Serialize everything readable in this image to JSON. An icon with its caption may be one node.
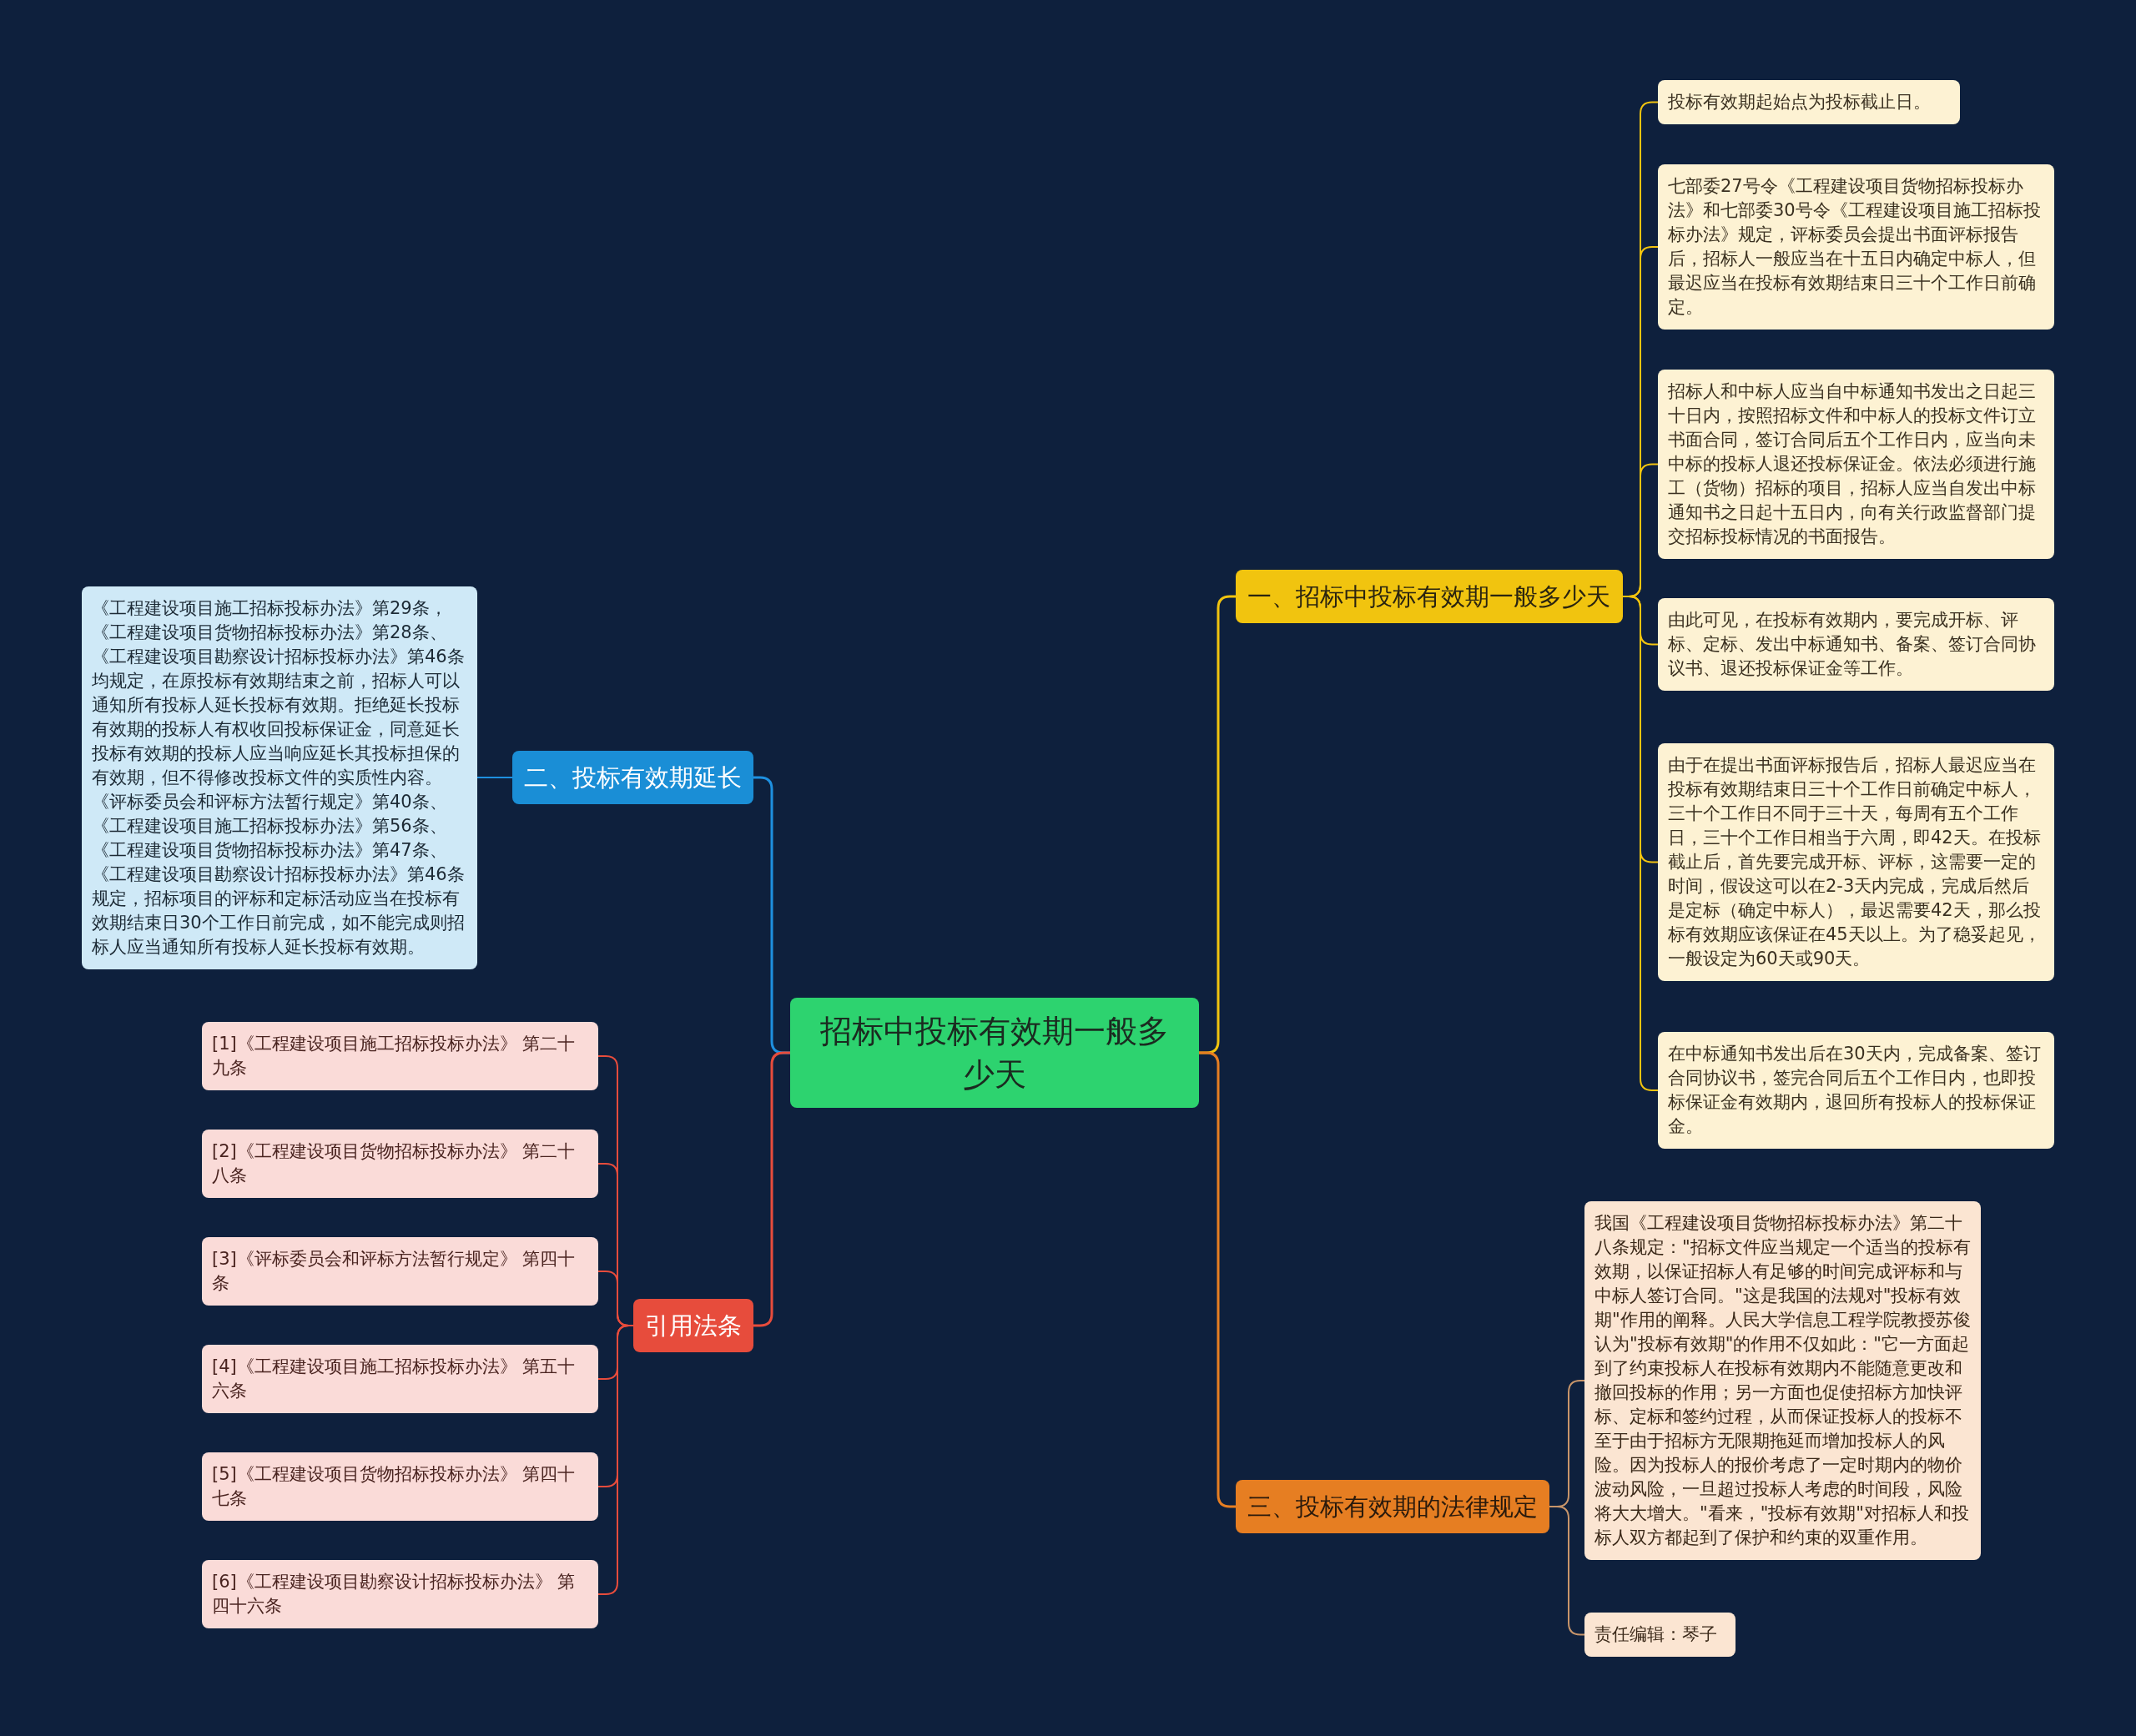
{
  "diagram": {
    "nodes": [
      {
        "text": [
          "招标中投标有效期一般多少天"
        ]
      },
      {
        "text": [
          "一、招标中投标有效期一般多少天"
        ]
      },
      {
        "text": [
          "投标有效期起始点为投标截止日。"
        ]
      },
      {
        "text": [
          "七部委27号令《工程建设项目货物招标投标办法》和七部委30号令《工程建设项目施工招标投标办法》规定，评标委员会提出书面评标报告后，招标人一般应当在十五日内确定中标人，但最迟应当在投标有效期结束日三十个工作日前确定。"
        ]
      },
      {
        "text": [
          "招标人和中标人应当自中标通知书发出之日起三十日内，按照招标文件和中标人的投标文件订立书面合同，签订合同后五个工作日内，应当向未中标的投标人退还投标保证金。依法必须进行施工（货物）招标的项目，招标人应当自发出中标通知书之日起十五日内，向有关行政监督部门提交招标投标情况的书面报告。"
        ]
      },
      {
        "text": [
          "由此可见，在投标有效期内，要完成开标、评标、定标、发出中标通知书、备案、签订合同协议书、退还投标保证金等工作。"
        ]
      },
      {
        "text": [
          "由于在提出书面评标报告后，招标人最迟应当在投标有效期结束日三十个工作日前确定中标人，三十个工作日不同于三十天，每周有五个工作日，三十个工作日相当于六周，即42天。在投标截止后，首先要完成开标、评标，这需要一定的时间，假设这可以在2-3天内完成，完成后然后是定标（确定中标人），最迟需要42天，那么投标有效期应该保证在45天以上。为了稳妥起见，一般设定为60天或90天。"
        ]
      },
      {
        "text": [
          "在中标通知书发出后在30天内，完成备案、签订合同协议书，签完合同后五个工作日内，也即投标保证金有效期内，退回所有投标人的投标保证金。"
        ]
      },
      {
        "text": [
          "三、投标有效期的法律规定"
        ]
      },
      {
        "text": [
          "我国《工程建设项目货物招标投标办法》第二十八条规定：\"招标文件应当规定一个适当的投标有效期，以保证招标人有足够的时间完成评标和与中标人签订合同。\"这是我国的法规对\"投标有效期\"作用的阐释。人民大学信息工程学院教授苏俊认为\"投标有效期\"的作用不仅如此：\"它一方面起到了约束投标人在投标有效期内不能随意更改和撤回投标的作用；另一方面也促使招标方加快评标、定标和签约过程，从而保证投标人的投标不至于由于招标方无限期拖延而增加投标人的风险。因为投标人的报价考虑了一定时期内的物价波动风险，一旦超过投标人考虑的时间段，风险将大大增大。\"看来，\"投标有效期\"对招标人和投标人双方都起到了保护和约束的双重作用。"
        ]
      },
      {
        "text": [
          "责任编辑：琴子"
        ]
      },
      {
        "text": [
          "二、投标有效期延长"
        ]
      },
      {
        "text": [
          "《工程建设项目施工招标投标办法》第29条，《工程建设项目货物招标投标办法》第28条、《工程建设项目勘察设计招标投标办法》第46条均规定，在原投标有效期结束之前，招标人可以通知所有投标人延长投标有效期。拒绝延长投标有效期的投标人有权收回投标保证金，同意延长投标有效期的投标人应当响应延长其投标担保的有效期，但不得修改投标文件的实质性内容。《评标委员会和评标方法暂行规定》第40条、《工程建设项目施工招标投标办法》第56条、《工程建设项目货物招标投标办法》第47条、《工程建设项目勘察设计招标投标办法》第46条规定，招标项目的评标和定标活动应当在投标有效期结束日30个工作日前完成，如不能完成则招标人应当通知所有投标人延长投标有效期。"
        ]
      },
      {
        "text": [
          "引用法条"
        ]
      },
      {
        "text": [
          "[1]《工程建设项目施工招标投标办法》 第二十九条"
        ]
      },
      {
        "text": [
          "[2]《工程建设项目货物招标投标办法》 第二十八条"
        ]
      },
      {
        "text": [
          "[3]《评标委员会和评标方法暂行规定》 第四十条"
        ]
      },
      {
        "text": [
          "[4]《工程建设项目施工招标投标办法》 第五十六条"
        ]
      },
      {
        "text": [
          "[5]《工程建设项目货物招标投标办法》 第四十七条"
        ]
      },
      {
        "text": [
          "[6]《工程建设项目勘察设计招标投标办法》 第四十六条"
        ]
      }
    ],
    "edges": [
      {
        "from": 0,
        "to": 1,
        "arrow": "none",
        "color": "#f1c40f"
      },
      {
        "from": 1,
        "to": 2,
        "arrow": "none",
        "color": "#f1c40f"
      },
      {
        "from": 1,
        "to": 3,
        "arrow": "none",
        "color": "#f1c40f"
      },
      {
        "from": 1,
        "to": 4,
        "arrow": "none",
        "color": "#f1c40f"
      },
      {
        "from": 1,
        "to": 5,
        "arrow": "none",
        "color": "#f1c40f"
      },
      {
        "from": 1,
        "to": 6,
        "arrow": "none",
        "color": "#f1c40f"
      },
      {
        "from": 1,
        "to": 7,
        "arrow": "none",
        "color": "#f1c40f"
      },
      {
        "from": 0,
        "to": 8,
        "arrow": "none",
        "color": "#e67e22"
      },
      {
        "from": 8,
        "to": 9,
        "arrow": "none",
        "color": "#c8956a"
      },
      {
        "from": 8,
        "to": 10,
        "arrow": "none",
        "color": "#c8956a"
      },
      {
        "from": 0,
        "to": 11,
        "arrow": "none",
        "color": "#1e90e0"
      },
      {
        "from": 11,
        "to": 12,
        "arrow": "none",
        "color": "#1e90e0"
      },
      {
        "from": 0,
        "to": 13,
        "arrow": "none",
        "color": "#e74c3c"
      },
      {
        "from": 13,
        "to": 14,
        "arrow": "none",
        "color": "#e74c3c"
      },
      {
        "from": 13,
        "to": 15,
        "arrow": "none",
        "color": "#e74c3c"
      },
      {
        "from": 13,
        "to": 16,
        "arrow": "none",
        "color": "#e74c3c"
      },
      {
        "from": 13,
        "to": 17,
        "arrow": "none",
        "color": "#e74c3c"
      },
      {
        "from": 13,
        "to": 18,
        "arrow": "none",
        "color": "#e74c3c"
      },
      {
        "from": 13,
        "to": 19,
        "arrow": "none",
        "color": "#e74c3c"
      }
    ]
  }
}
